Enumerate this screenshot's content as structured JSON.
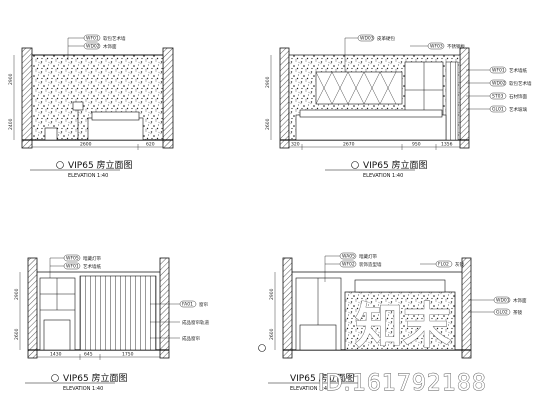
{
  "drawings": [
    {
      "title": "VIP65 房立面图",
      "scale": "ELEVATION 1:40",
      "dims_bottom": [
        "2600",
        "620"
      ],
      "dims_left": [
        "2900",
        "2400"
      ],
      "tags": [
        "WF01",
        "WD02"
      ],
      "notes": [
        "软包艺术墙",
        "木饰面"
      ]
    },
    {
      "title": "VIP65 房立面图",
      "scale": "ELEVATION 1:40",
      "dims_bottom": [
        "320",
        "2670",
        "950",
        "1356"
      ],
      "dims_left": [
        "2900",
        "2600"
      ],
      "tags_top": [
        "WD03",
        "WF03"
      ],
      "notes_top": [
        "皮革硬包",
        "不锈钢板"
      ],
      "tags_right": [
        "WF01",
        "WD02",
        "ST03",
        "GL01"
      ],
      "notes_right": [
        "艺术墙纸",
        "软包艺术墙",
        "石材饰面",
        "艺术玻璃"
      ]
    },
    {
      "title": "VIP65 房立面图",
      "scale": "ELEVATION 1:40",
      "dims_bottom": [
        "1430",
        "645",
        "1750"
      ],
      "dims_left": [
        "2900",
        "2600"
      ],
      "tags_top": [
        "WF05",
        "WF01"
      ],
      "notes_top": [
        "暗藏灯带",
        "艺术墙纸"
      ],
      "tags_right": [
        "FA01"
      ],
      "notes_right": [
        "窗帘",
        "成品窗帘轨道",
        "成品窗帘"
      ]
    },
    {
      "title": "VIP65 房立面图",
      "scale": "ELEVATION 1:40",
      "dims_left": [
        "2900",
        "2600"
      ],
      "tags_top": [
        "WA05",
        "WF02",
        "FL02"
      ],
      "notes_top": [
        "暗藏灯带",
        "装饰造型墙",
        "灰镜"
      ],
      "tags_right": [
        "WD01",
        "GL02"
      ],
      "notes_right": [
        "木饰面",
        "茶镜"
      ]
    }
  ],
  "watermark": {
    "text": "知末",
    "id": "ID:161792188"
  }
}
